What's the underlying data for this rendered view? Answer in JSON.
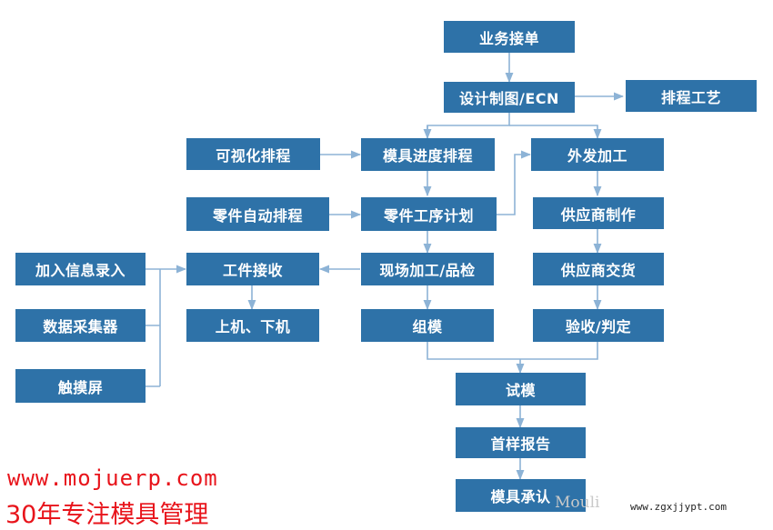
{
  "colors": {
    "box": "#2e72a8",
    "box_text": "#ffffff",
    "line": "#8db3d6",
    "watermark": "#e8141b"
  },
  "nodes": {
    "order": "业务接单",
    "design": "设计制图/ECN",
    "process": "排程工艺",
    "visual_sched": "可视化排程",
    "mold_sched": "模具进度排程",
    "outsource": "外发加工",
    "parts_auto": "零件自动排程",
    "parts_plan": "零件工序计划",
    "supplier_make": "供应商制作",
    "info_input": "加入信息录入",
    "receive": "工件接收",
    "onsite": "现场加工/品检",
    "supplier_deliver": "供应商交货",
    "data_collect": "数据采集器",
    "machine": "上机、下机",
    "assembly": "组模",
    "inspect": "验收/判定",
    "touch": "触摸屏",
    "trial": "试模",
    "report": "首样报告",
    "approve": "模具承认"
  },
  "watermarks": {
    "url": "www.mojuerp.com",
    "slogan": "30年专注模具管理",
    "small": "www.zgxjjypt.com",
    "faint": "Mouli"
  }
}
